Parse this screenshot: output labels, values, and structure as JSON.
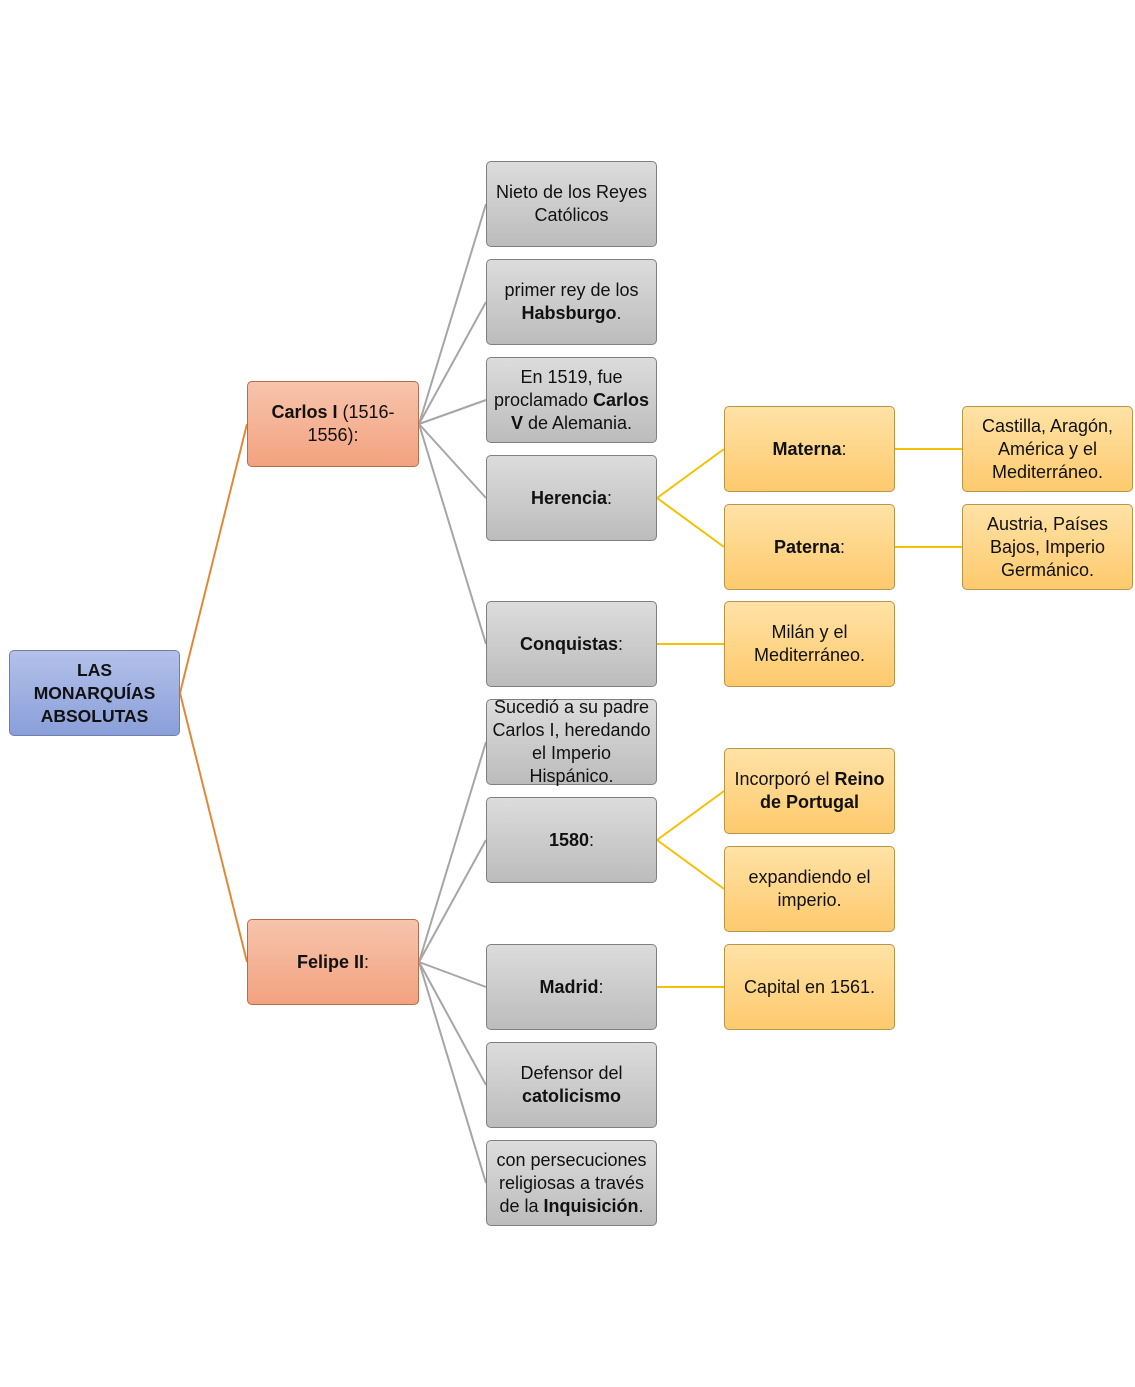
{
  "nodes": {
    "root": {
      "text": "LAS MONARQUÍAS ABSOLUTAS"
    },
    "carlos": {
      "b1": "Carlos I",
      "t1": " (1516-1556):"
    },
    "felipe": {
      "b1": "Felipe II",
      "t1": ":"
    },
    "nieto": {
      "t1": "Nieto de los Reyes Católicos"
    },
    "habsburgo": {
      "t1": "primer rey de los ",
      "b1": "Habsburgo",
      "t2": "."
    },
    "carlos_v": {
      "t1": "En 1519, fue proclamado ",
      "b1": "Carlos V",
      "t2": " de Alemania."
    },
    "herencia": {
      "b1": "Herencia",
      "t1": ":"
    },
    "conquistas": {
      "b1": "Conquistas",
      "t1": ":"
    },
    "materna": {
      "b1": "Materna",
      "t1": ":"
    },
    "paterna": {
      "b1": "Paterna",
      "t1": ":"
    },
    "castilla": {
      "t1": "Castilla, Aragón, América y el Mediterráneo."
    },
    "austria": {
      "t1": "Austria, Países Bajos, Imperio Germánico."
    },
    "milan": {
      "t1": "Milán y el Mediterráneo."
    },
    "sucedio": {
      "t1": "Sucedió a su padre Carlos I, heredando el Imperio Hispánico."
    },
    "y1580": {
      "b1": "1580",
      "t1": ":"
    },
    "portugal": {
      "t1": "Incorporó el ",
      "b1": "Reino de Portugal"
    },
    "expandiendo": {
      "t1": "expandiendo el imperio."
    },
    "madrid": {
      "b1": "Madrid",
      "t1": ":"
    },
    "capital": {
      "t1": "Capital en 1561."
    },
    "defensor": {
      "t1": "Defensor del ",
      "b1": "catolicismo"
    },
    "persecuciones": {
      "t1": "con persecuciones religiosas a través de la ",
      "b1": "Inquisición",
      "t2": "."
    }
  },
  "colors": {
    "root_connector": "#e0883a",
    "gray_connector": "#a6a6a6",
    "gold_connector": "#f5c000"
  }
}
